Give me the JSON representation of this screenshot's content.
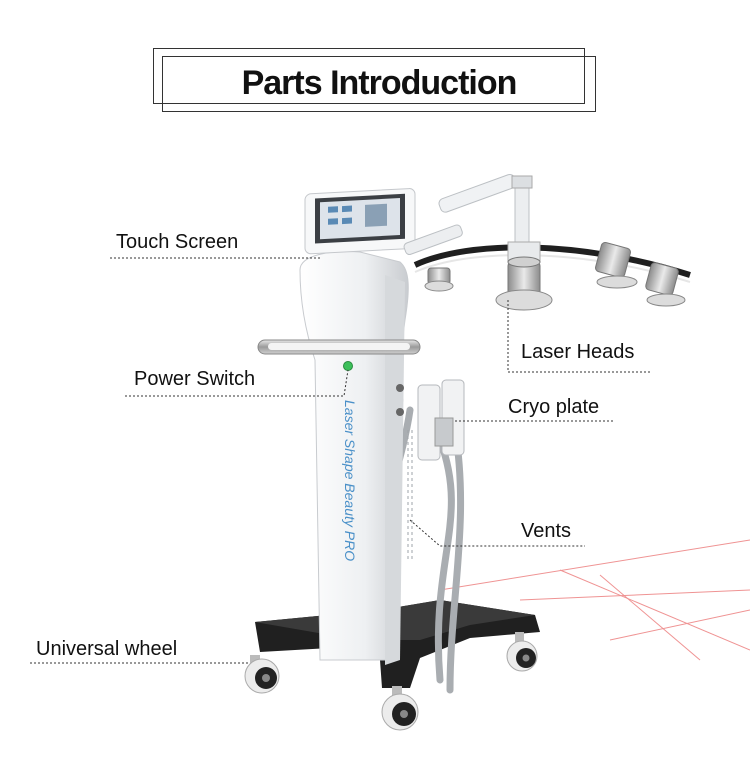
{
  "title": "Parts Introduction",
  "labels": {
    "touch_screen": "Touch Screen",
    "power_switch": "Power Switch",
    "universal_wheel": "Universal wheel",
    "laser_heads": "Laser Heads",
    "cryo_plate": "Cryo plate",
    "vents": "Vents"
  },
  "device_text": "Laser Shape Beauty PRO",
  "colors": {
    "body": "#f2f3f5",
    "base": "#1f1f1f",
    "brand_text": "#4a90c8",
    "laser": "#e23b3b",
    "power_led": "#3cc05a"
  }
}
